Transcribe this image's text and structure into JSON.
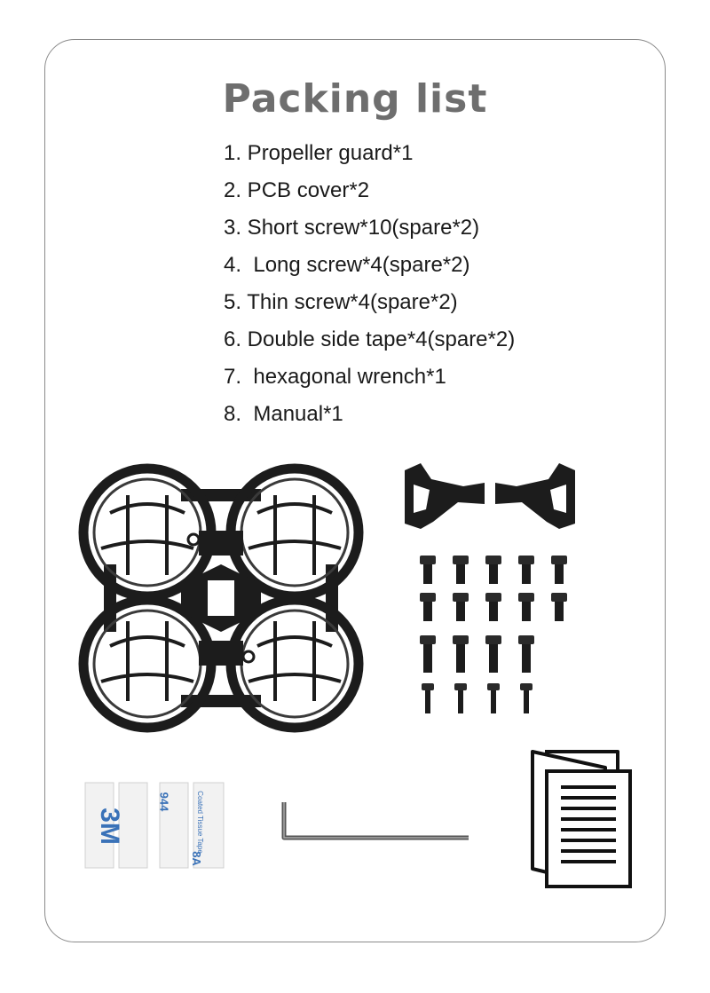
{
  "title": "Packing list",
  "items": [
    "1. Propeller guard*1",
    "2. PCB cover*2",
    "3. Short screw*10(spare*2)",
    "4.  Long screw*4(spare*2)",
    "5. Thin screw*4(spare*2)",
    "6. Double side tape*4(spare*2)",
    "7.  hexagonal wrench*1",
    "8.  Manual*1"
  ],
  "tape": {
    "brand": "3M",
    "code": "944",
    "suffix": "8A",
    "desc": "Coated Tissue Tape"
  },
  "colors": {
    "title": "#6e6e6e",
    "text": "#1a1a1a",
    "border": "#8a8a8a",
    "guard": "#1c1c1c",
    "tape_blue": "#3a72b8"
  }
}
